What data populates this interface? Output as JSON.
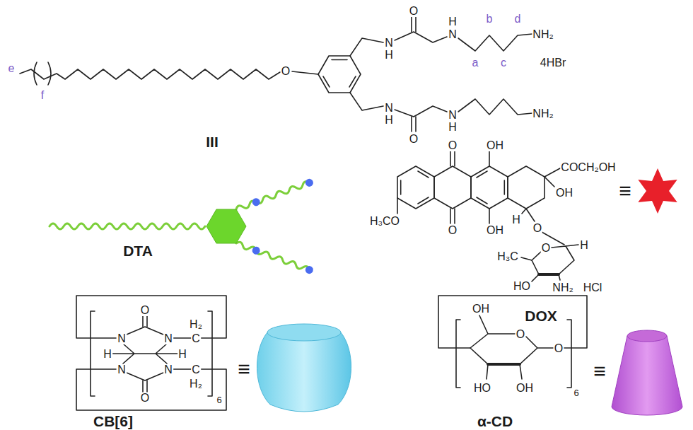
{
  "diagram": {
    "labels": [
      "e",
      "f",
      "O",
      "O",
      "N",
      "H",
      "H",
      "N",
      "a",
      "b",
      "c",
      "d",
      "NH₂",
      "4HBr",
      "N",
      "H",
      "O",
      "N",
      "H",
      "NH₂",
      "III",
      "DTA",
      "O",
      "OH",
      "COCH₂OH",
      "≡",
      "H₃CO",
      "O",
      "OH",
      "OH",
      "H",
      "O",
      "H₃C",
      "O",
      "H",
      "HO",
      "NH₂",
      "HCl",
      "DOX",
      "O",
      "N",
      "N",
      "H₂",
      "C",
      "H",
      "H",
      "N",
      "N",
      "C",
      "H₂",
      "O",
      "6",
      "CB[6]",
      "≡",
      "OH",
      "O",
      "O",
      "HO",
      "OH",
      "6",
      "α-CD",
      "≡"
    ]
  }
}
